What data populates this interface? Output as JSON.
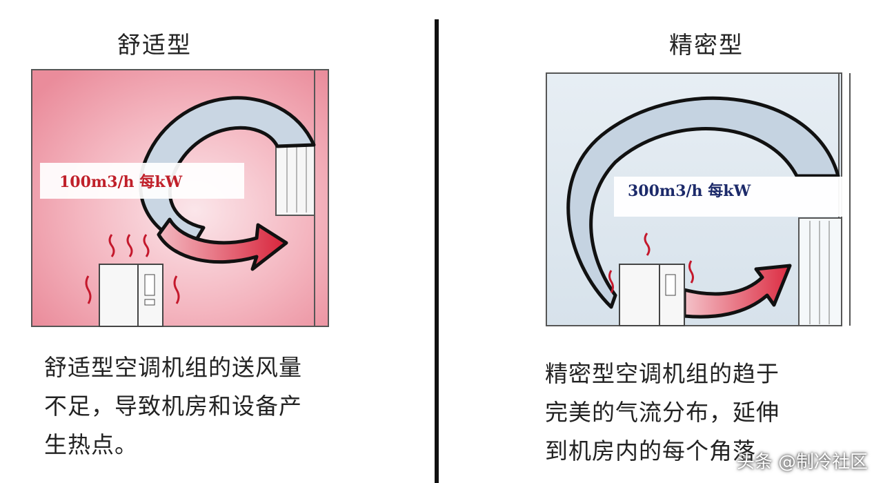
{
  "left": {
    "title": "舒适型",
    "rate_label": "100m3/h  每kW",
    "caption_lines": [
      "舒适型空调机组的送风量",
      "不足，导致机房和设备产",
      "生热点。"
    ],
    "colors": {
      "room": "#f1a9b2",
      "rate_text": "#c0202a"
    }
  },
  "right": {
    "title": "精密型",
    "rate_label": "300m3/h  每kW",
    "caption_lines": [
      "精密型空调机组的趋于",
      "完美的气流分布，延伸",
      "到机房内的每个角落"
    ],
    "colors": {
      "room": "#dde7ef",
      "rate_text": "#1c2a6a"
    }
  },
  "watermark": "头条 @制冷社区",
  "icons": [
    "heat-wave-icon",
    "air-flow-arrow-icon",
    "ac-unit-icon",
    "server-rack-icon"
  ]
}
